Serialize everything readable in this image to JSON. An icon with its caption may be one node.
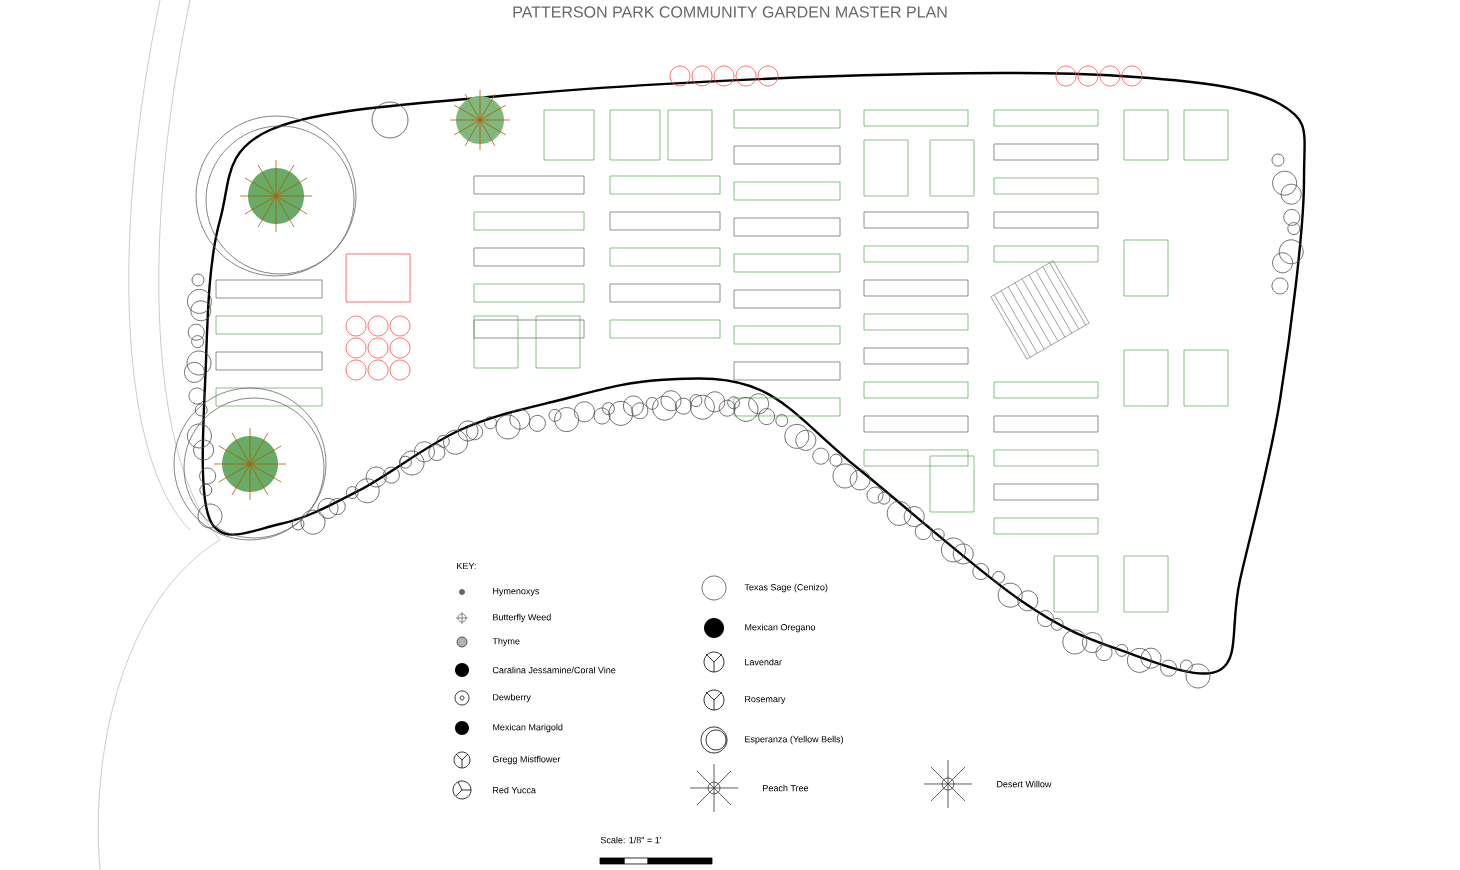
{
  "diagram": {
    "title": "PATTERSON PARK COMMUNITY GARDEN MASTER PLAN",
    "labels": [
      "KEY:",
      "Scale: 1/8\" = 1'"
    ],
    "legend": [
      {
        "text": "Hymenoxys"
      },
      {
        "text": "Butterfly Weed"
      },
      {
        "text": "Thyme"
      },
      {
        "text": "Caralina Jessamine/Coral Vine"
      },
      {
        "text": "Dewberry"
      },
      {
        "text": "Mexican Marigold"
      },
      {
        "text": "Gregg Mistflower"
      },
      {
        "text": "Red Yucca"
      },
      {
        "text": "Texas Sage (Cenizo)"
      },
      {
        "text": "Mexican Oregano"
      },
      {
        "text": "Lavendar"
      },
      {
        "text": "Rosemary"
      },
      {
        "text": "Esperanza (Yellow Bells)"
      },
      {
        "text": "Peach Tree"
      },
      {
        "text": "Desert Willow"
      }
    ]
  }
}
